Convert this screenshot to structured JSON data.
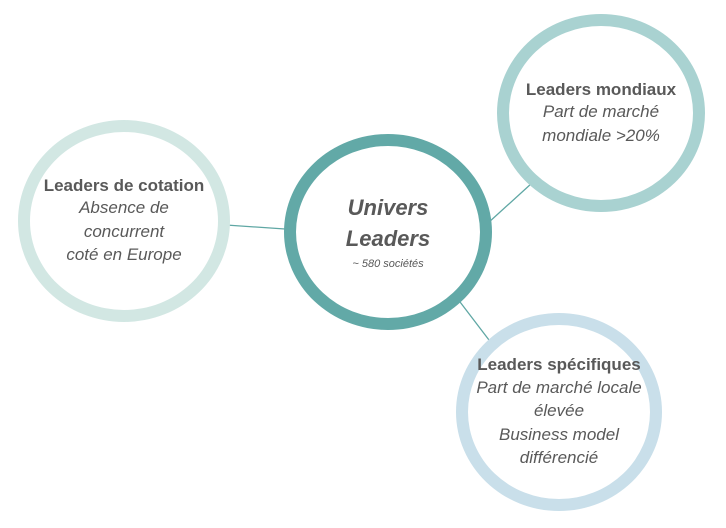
{
  "colors": {
    "center_ring": "#62a9a7",
    "top_right_ring": "#a9d2d1",
    "left_ring": "#d2e7e3",
    "bottom_right_ring": "#c9dfea",
    "connector": "#5fa7a4",
    "text": "#595959"
  },
  "center": {
    "title_line1": "Univers",
    "title_line2": "Leaders",
    "subtitle": "~ 580 sociétés"
  },
  "nodes": {
    "top_right": {
      "title": "Leaders mondiaux",
      "lines": [
        "Part de marché",
        "mondiale >20%"
      ]
    },
    "left": {
      "title": "Leaders de cotation",
      "lines": [
        "Absence de",
        "concurrent",
        "coté en Europe"
      ]
    },
    "bottom_right": {
      "title": "Leaders spécifiques",
      "lines": [
        "Part de marché locale",
        "élevée",
        "Business model",
        "différencié"
      ]
    }
  }
}
